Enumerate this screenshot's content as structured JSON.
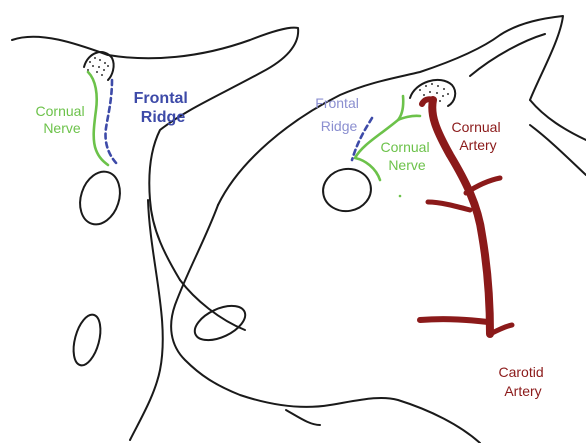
{
  "colors": {
    "outline": "#1a1a1a",
    "nerve": "#6cc24a",
    "frontal_ridge": "#3d4aa8",
    "frontal_ridge_light": "#8b8fd0",
    "artery": "#8b1a1a"
  },
  "left_view": {
    "cornual_nerve_label": [
      "Cornual",
      "Nerve"
    ],
    "frontal_ridge_label": [
      "Frontal",
      "Ridge"
    ]
  },
  "right_view": {
    "frontal_ridge_label": [
      "Frontal",
      "Ridge"
    ],
    "cornual_nerve_label": [
      "Cornual",
      "Nerve"
    ],
    "cornual_artery_label": [
      "Cornual",
      "Artery"
    ],
    "carotid_artery_label": [
      "Carotid",
      "Artery"
    ]
  }
}
